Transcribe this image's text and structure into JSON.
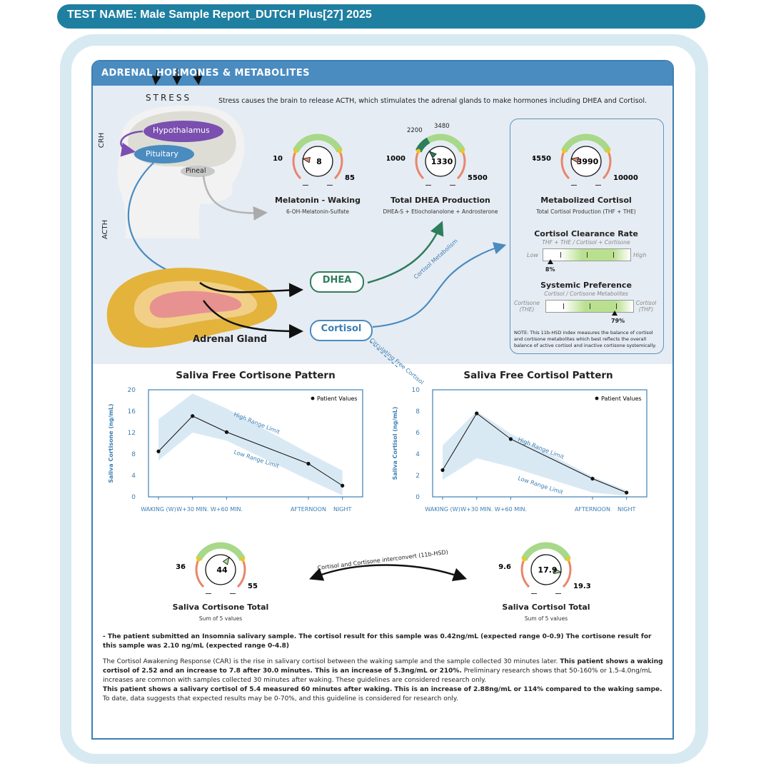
{
  "header": {
    "title": "TEST NAME: Male Sample Report_DUTCH Plus[27] 2025"
  },
  "panel": {
    "title": "ADRENAL HORMONES & METABOLITES"
  },
  "intro": "Stress causes the brain to release ACTH, which stimulates the adrenal glands to make hormones including DHEA and Cortisol.",
  "brain": {
    "stress": "STRESS",
    "hypothalamus": "Hypothalamus",
    "pituitary": "Pituitary",
    "pineal": "Pineal",
    "crh": "CRH",
    "acth": "ACTH"
  },
  "adrenal": {
    "label": "Adrenal Gland",
    "dhea": "DHEA",
    "cortisol": "Cortisol",
    "cortisol_metabolism": "Cortisol Metabolism",
    "circulating": "Circulating Free Cortisol"
  },
  "gauges": {
    "melatonin": {
      "title": "Melatonin - Waking",
      "sub": "6-OH-Melatonin-Sulfate",
      "low": "10",
      "high": "85",
      "value": "8"
    },
    "dhea": {
      "title": "Total DHEA Production",
      "sub": "DHEA-S + Etiocholanolone + Androsterone",
      "low": "1000",
      "high": "5500",
      "mark1": "2200",
      "mark2": "3480",
      "value": "1330"
    },
    "metab_cortisol": {
      "title": "Metabolized Cortisol",
      "sub": "Total Cortisol Production (THF + THE)",
      "low": "4550",
      "high": "10000",
      "value": "3990"
    },
    "saliva_cortisone": {
      "title": "Saliva Cortisone Total",
      "sub": "Sum of 5 values",
      "low": "36",
      "high": "55",
      "value": "44"
    },
    "saliva_cortisol": {
      "title": "Saliva Cortisol Total",
      "sub": "Sum of 5 values",
      "low": "9.6",
      "high": "19.3",
      "value": "17.9"
    }
  },
  "clearance": {
    "title": "Cortisol Clearance Rate",
    "sub": "THF + THE / Cortisol + Cortisone",
    "low": "Low",
    "high": "High",
    "value": "8%",
    "fraction": 0.08
  },
  "preference": {
    "title": "Systemic Preference",
    "sub": "Cortisol / Cortisone Metabolites",
    "left": "Cortisone (THE)",
    "right": "Cortisol (THF)",
    "value": "79%",
    "fraction": 0.79
  },
  "sidenote": "NOTE: This 11b-HSD index measures the balance of cortisol and cortisone metabolites which best reflects the overall balance of active cortisol and inactive cortisone systemically.",
  "interconvert": "Cortisol and Cortisone interconvert (11b-HSD)",
  "chart_data": [
    {
      "type": "line",
      "title": "Saliva Free Cortisone Pattern",
      "ylabel": "Saliva Cortisone (ng/mL)",
      "categories": [
        "WAKING (W)",
        "W+30 MIN.",
        "W+60 MIN.",
        "AFTERNOON",
        "NIGHT"
      ],
      "x": [
        0,
        1,
        2,
        4.4,
        5.4
      ],
      "yticks": [
        "0",
        "4",
        "8",
        "12",
        "16",
        "20"
      ],
      "ylim": [
        0,
        20
      ],
      "series": [
        {
          "name": "Patient Values",
          "values": [
            8.5,
            15.1,
            12.1,
            6.2,
            2.1
          ]
        }
      ],
      "high_range": [
        14.5,
        19.3,
        16.5,
        8.2,
        4.9
      ],
      "low_range": [
        6.8,
        12.0,
        10.5,
        3.2,
        0.3
      ],
      "annotations": [
        "High Range Limit",
        "Low Range Limit"
      ],
      "legend": "top-right"
    },
    {
      "type": "line",
      "title": "Saliva Free Cortisol Pattern",
      "ylabel": "Saliva Cortisol (ng/mL)",
      "categories": [
        "WAKING (W)",
        "W+30 MIN.",
        "W+60 MIN.",
        "AFTERNOON",
        "NIGHT"
      ],
      "x": [
        0,
        1,
        2,
        4.4,
        5.4
      ],
      "yticks": [
        "0",
        "2",
        "4",
        "6",
        "8",
        "10"
      ],
      "ylim": [
        0,
        10
      ],
      "series": [
        {
          "name": "Patient Values",
          "values": [
            2.5,
            7.8,
            5.4,
            1.7,
            0.4
          ]
        }
      ],
      "high_range": [
        4.8,
        8.0,
        5.9,
        1.9,
        0.6
      ],
      "low_range": [
        1.6,
        3.6,
        2.8,
        0.4,
        0.1
      ],
      "annotations": [
        "High Range Limit",
        "Low Range Limit"
      ],
      "legend": "top-right"
    }
  ],
  "notes": {
    "insomnia": "- The patient submitted an Insomnia salivary sample. The cortisol result for this sample was 0.42ng/mL (expected range 0-0.9) The cortisone result for this sample was 2.10 ng/mL (expected range 0-4.8)",
    "car_1": "The Cortisol Awakening Response (CAR) is the rise in salivary cortisol between the waking sample and the sample collected 30 minutes later. ",
    "car_2": "This patient shows a waking cortisol of 2.52 and an increase to 7.8 after 30.0 minutes. This is an increase of 5.3ng/mL or 210%.",
    "car_3": " Preliminary research shows that 50-160% or 1.5-4.0ng/mL increases are common with samples collected 30 minutes after waking. These guidelines are considered research only.",
    "w60_1": "This patient shows a salivary cortisol of 5.4 measured 60 minutes after waking. This is an increase of 2.88ng/mL or 114% compared to the waking sampe.",
    "w60_2": " To date, data suggests that expected results may be 0-70%, and this guideline is considered for research only."
  }
}
